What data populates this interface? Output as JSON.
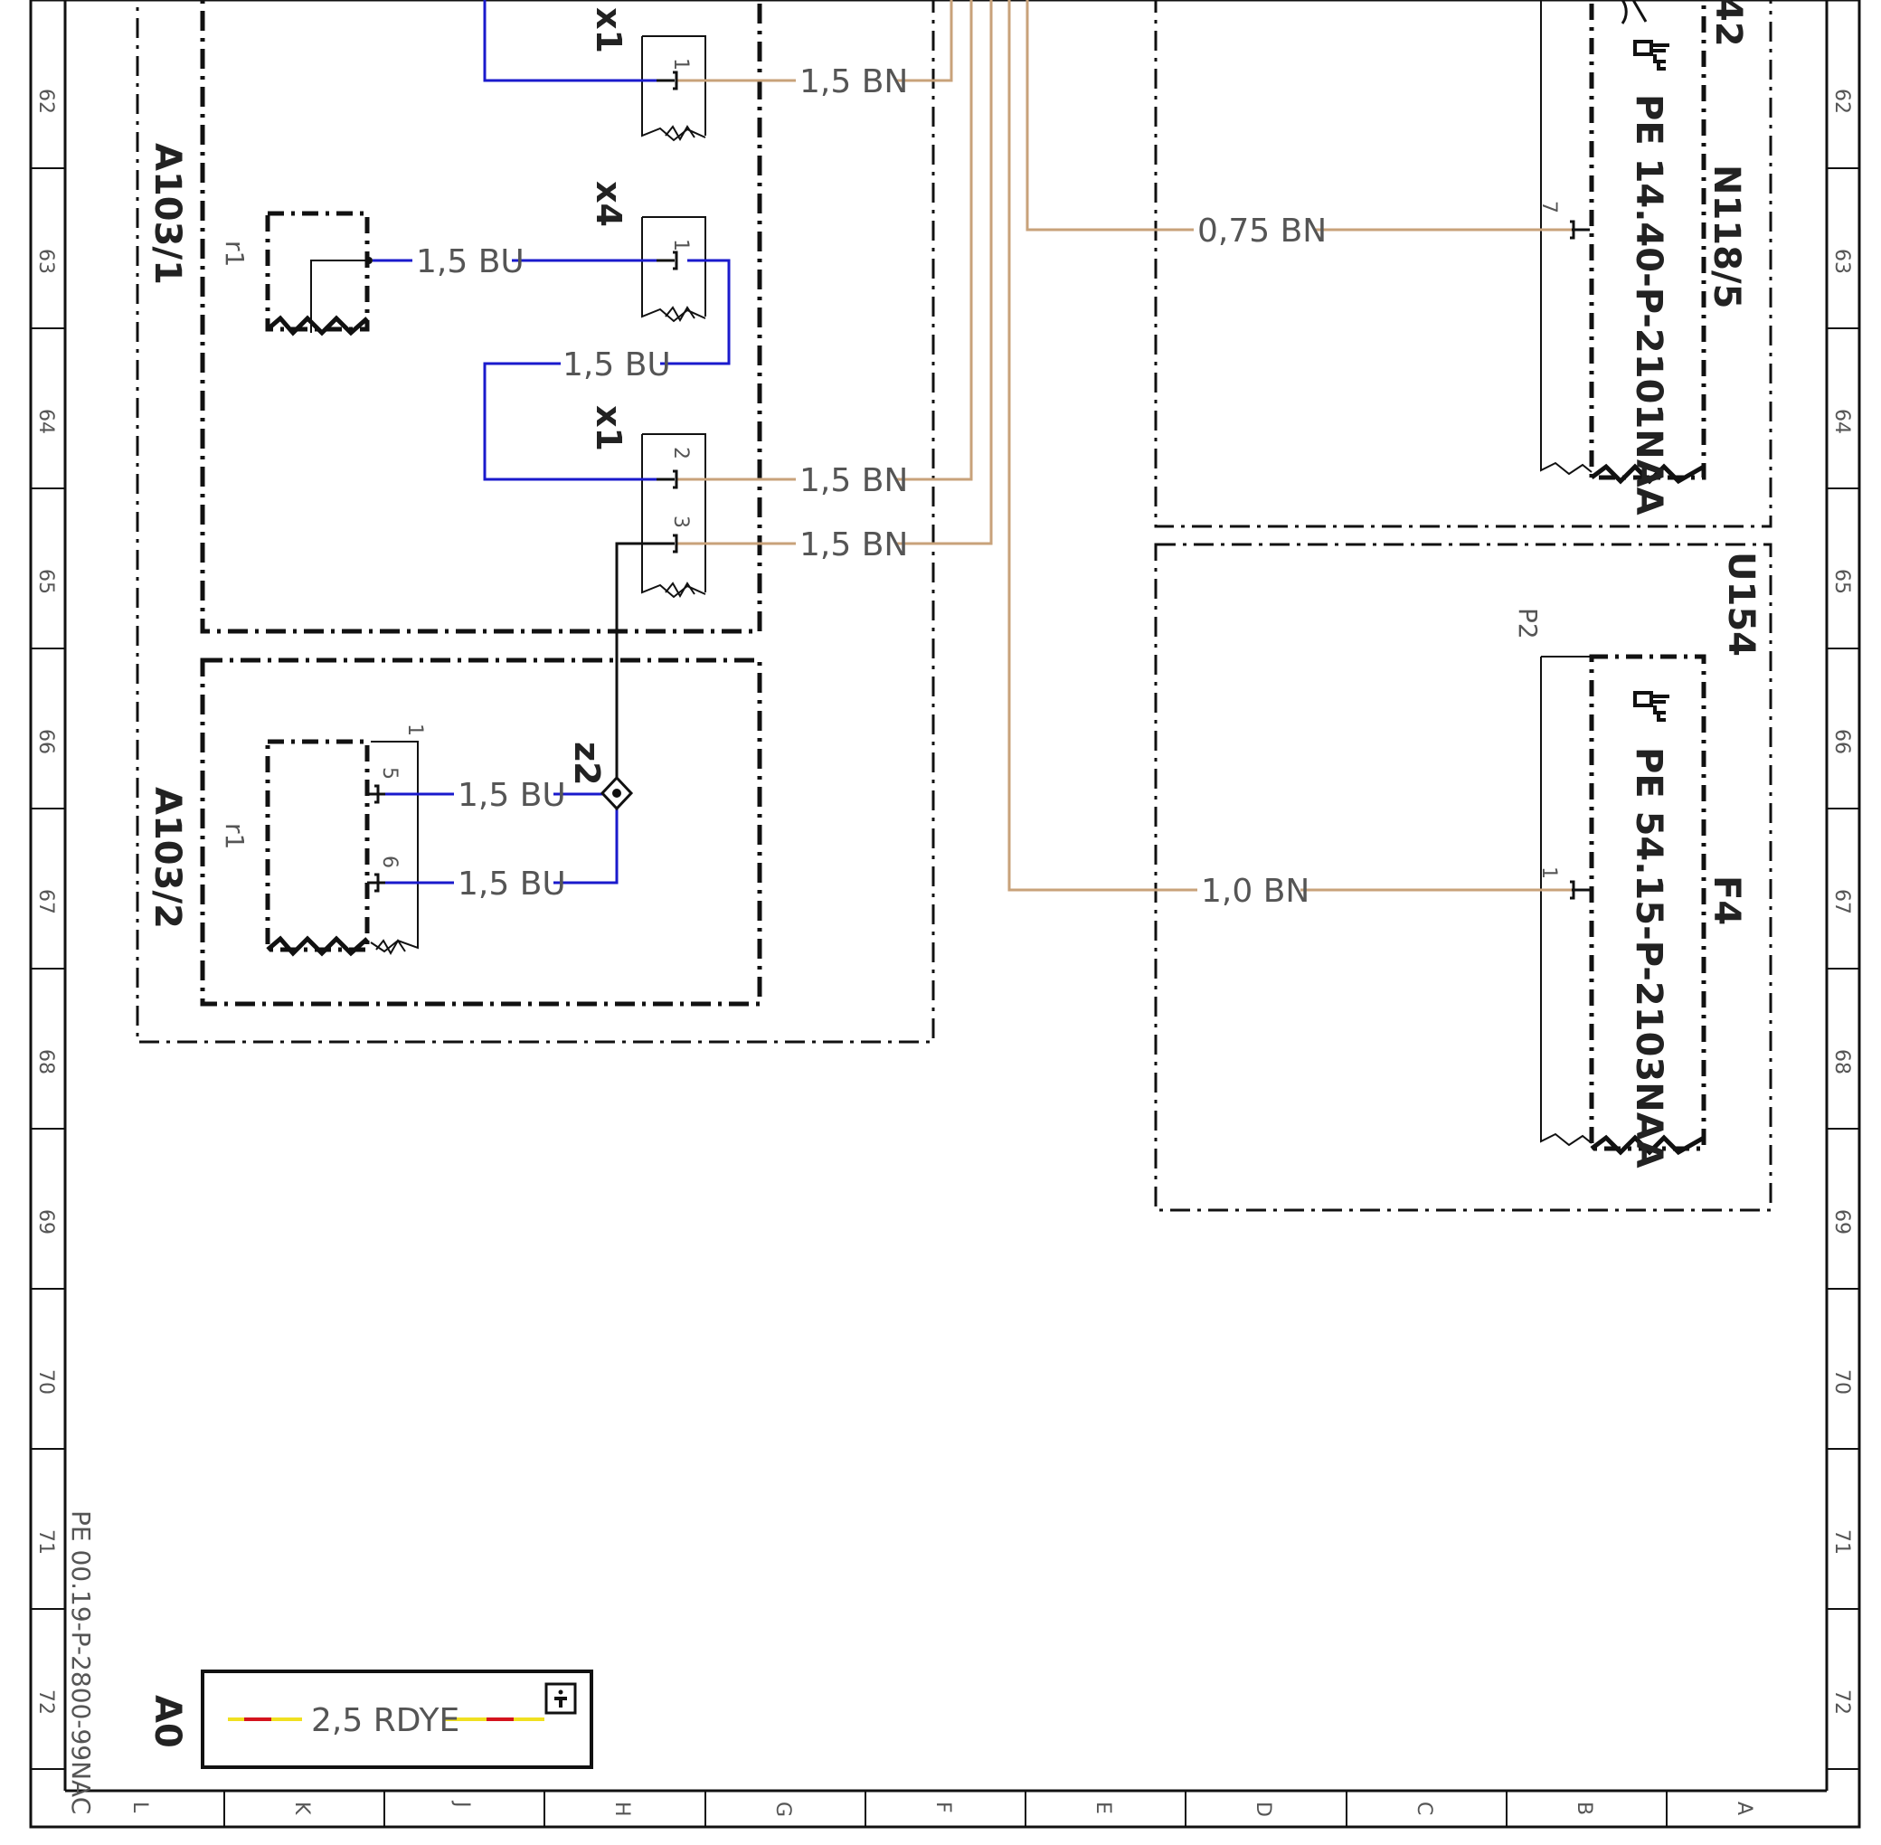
{
  "grid": {
    "rows": [
      "62",
      "63",
      "64",
      "65",
      "66",
      "67",
      "68",
      "69",
      "70",
      "71",
      "72"
    ],
    "columns": [
      "L",
      "K",
      "J",
      "H",
      "G",
      "F",
      "E",
      "D",
      "C",
      "B",
      "A"
    ]
  },
  "document_id": "PE 00.19-P-2800-99NAC",
  "components": {
    "a103_1": {
      "name": "A103/1",
      "sub": "r1"
    },
    "a103_2": {
      "name": "A103/2",
      "sub": "r1"
    },
    "n118_5": {
      "name": "N118/5",
      "partial_name": "42",
      "ref": "PE 14.40-P-2101NAA"
    },
    "u154": {
      "name": "U154"
    },
    "f4": {
      "name": "F4",
      "port": "P2",
      "ref": "PE 54.15-P-2103NAA"
    },
    "a0": {
      "name": "A0",
      "wire": "2,5 RDYE"
    }
  },
  "connectors": {
    "x1_top": {
      "name": "x1",
      "pin": "1"
    },
    "x4": {
      "name": "x4",
      "pin": "1"
    },
    "x1_bottom": {
      "name": "x1",
      "pins": [
        "2",
        "3"
      ]
    },
    "a103_2_pins": [
      "1",
      "5",
      "6"
    ],
    "n118_pin": "7",
    "f4_pin": "1",
    "z2": "z2"
  },
  "wires": {
    "w1": "1,5 BN",
    "w2": "1,5 BU",
    "w3": "1,5 BU",
    "w4": "1,5 BN",
    "w5": "1,5 BN",
    "w6": "1,5 BU",
    "w7": "1,5 BU",
    "w8": "0,75 BN",
    "w9": "1,0 BN"
  },
  "colors": {
    "brown_wire": "#c8a27a",
    "blue_wire": "#1a1acc",
    "black": "#111111",
    "red": "#d4141e",
    "yellow": "#f0e020"
  }
}
